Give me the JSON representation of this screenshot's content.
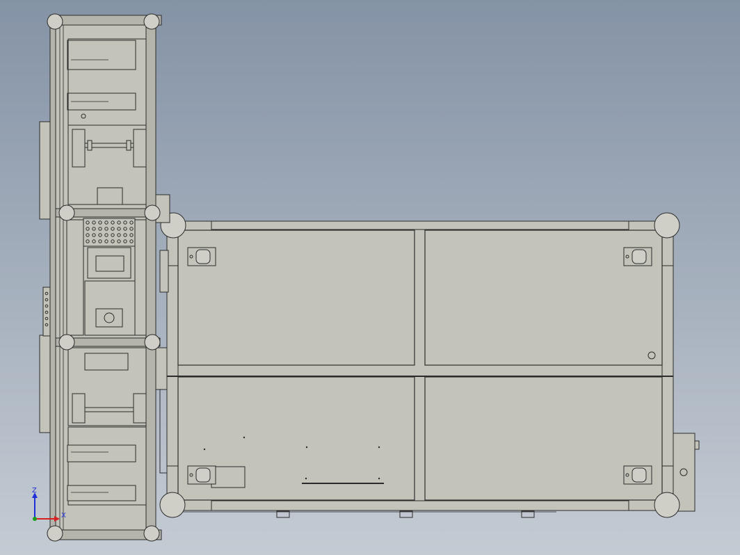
{
  "view": {
    "type": "CAD assembly drawing, top view (line rendering)"
  },
  "triad": {
    "z_label": "Z",
    "x_label": "X"
  },
  "colors": {
    "background_top": "#8593a6",
    "background_bottom": "#c4cbd3",
    "part_fill": "#c3c3b9",
    "part_fill_dark": "#b4b4aa",
    "line": "#2b2b2b",
    "foot_fill": "#cfcfc8",
    "axis_z": "#1f2fd8",
    "axis_x": "#d81f1f",
    "axis_y": "#1a9c1a"
  }
}
